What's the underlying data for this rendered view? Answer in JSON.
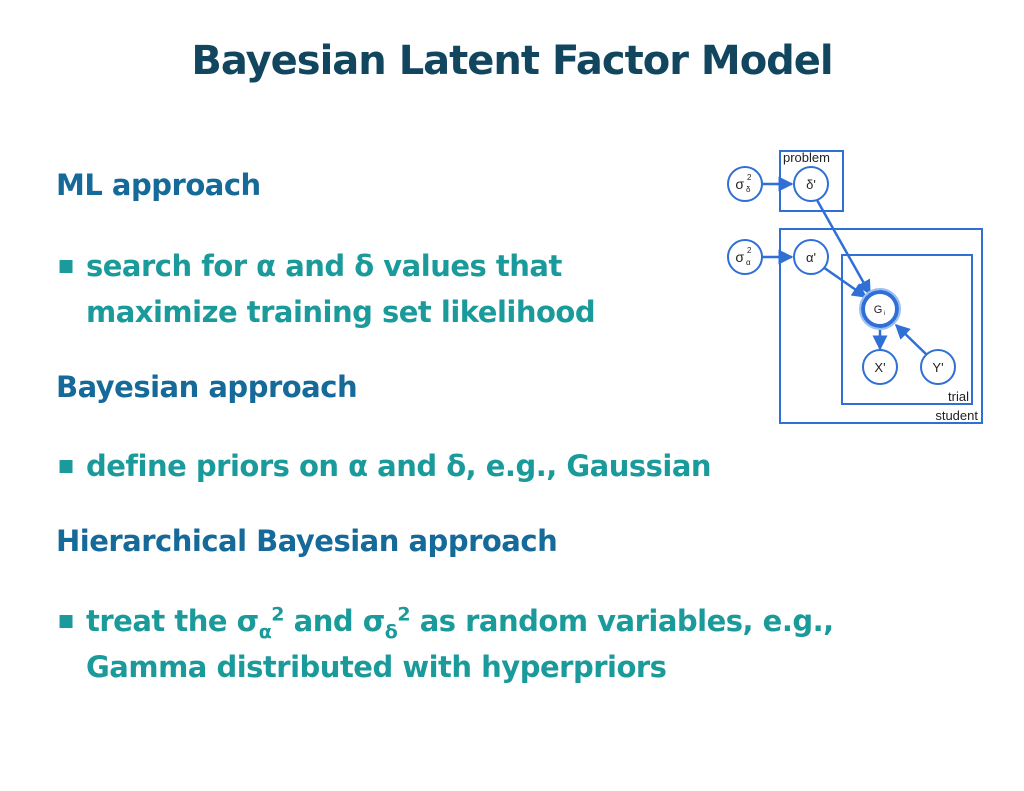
{
  "title": "Bayesian Latent Factor Model",
  "sections": [
    {
      "heading": "ML approach",
      "bullet_line1": "search for α and δ values that",
      "bullet_line2": "maximize training set likelihood"
    },
    {
      "heading": "Bayesian approach",
      "bullet_line1": "define priors on α and δ, e.g., Gaussian"
    },
    {
      "heading": "Hierarchical Bayesian approach",
      "bullet_line1_a": "treat the σ",
      "bullet_sub1": "α",
      "bullet_sup1": "2",
      "bullet_line1_b": " and σ",
      "bullet_sub2": "δ",
      "bullet_sup2": "2",
      "bullet_line1_c": " as random variables, e.g.,",
      "bullet_line2": "Gamma distributed with hyperpriors"
    }
  ],
  "diagram": {
    "plates": {
      "problem": "problem",
      "trial": "trial",
      "student": "student"
    },
    "nodes": {
      "sigma_delta": "σ",
      "sigma_delta_sub": "δ",
      "sigma_delta_sup": "2",
      "sigma_alpha": "σ",
      "sigma_alpha_sub": "α",
      "sigma_alpha_sup": "2",
      "delta": "δ'",
      "alpha": "α'",
      "g": "G",
      "g_sub": "i",
      "x": "X'",
      "y": "Y'"
    }
  },
  "colors": {
    "title": "#12465f",
    "heading": "#156a9a",
    "bullet": "#1a9a9a",
    "diagram_blue": "#2f6fd6"
  }
}
